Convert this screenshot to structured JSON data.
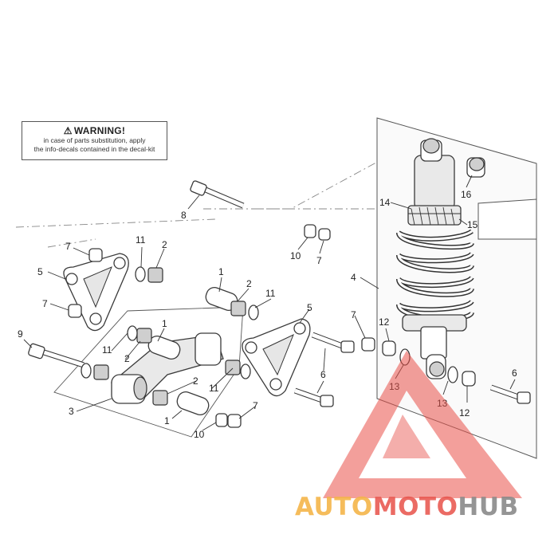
{
  "warning": {
    "title": "WARNING!",
    "line1": "in case of parts substitution, apply",
    "line2": "the info-decals contained in the decal-kit"
  },
  "callouts": {
    "c1a": "1",
    "c1b": "1",
    "c1c": "1",
    "c2a": "2",
    "c2b": "2",
    "c2c": "2",
    "c2d": "2",
    "c3": "3",
    "c4": "4",
    "c5a": "5",
    "c5b": "5",
    "c6a": "6",
    "c6b": "6",
    "c7a": "7",
    "c7b": "7",
    "c7c": "7",
    "c7d": "7",
    "c7e": "7",
    "c8": "8",
    "c9": "9",
    "c10a": "10",
    "c10b": "10",
    "c11a": "11",
    "c11b": "11",
    "c11c": "11",
    "c11d": "11",
    "c12a": "12",
    "c12b": "12",
    "c13a": "13",
    "c13b": "13",
    "c14": "14",
    "c15": "15",
    "c16": "16"
  },
  "brand": {
    "part1": "AUTO",
    "part2": "MOTO",
    "part3": "HUB",
    "colors": {
      "auto": "#f5b54a",
      "moto": "#e8524a",
      "hub": "#8a8a8a",
      "logo": "#e8524a"
    }
  }
}
